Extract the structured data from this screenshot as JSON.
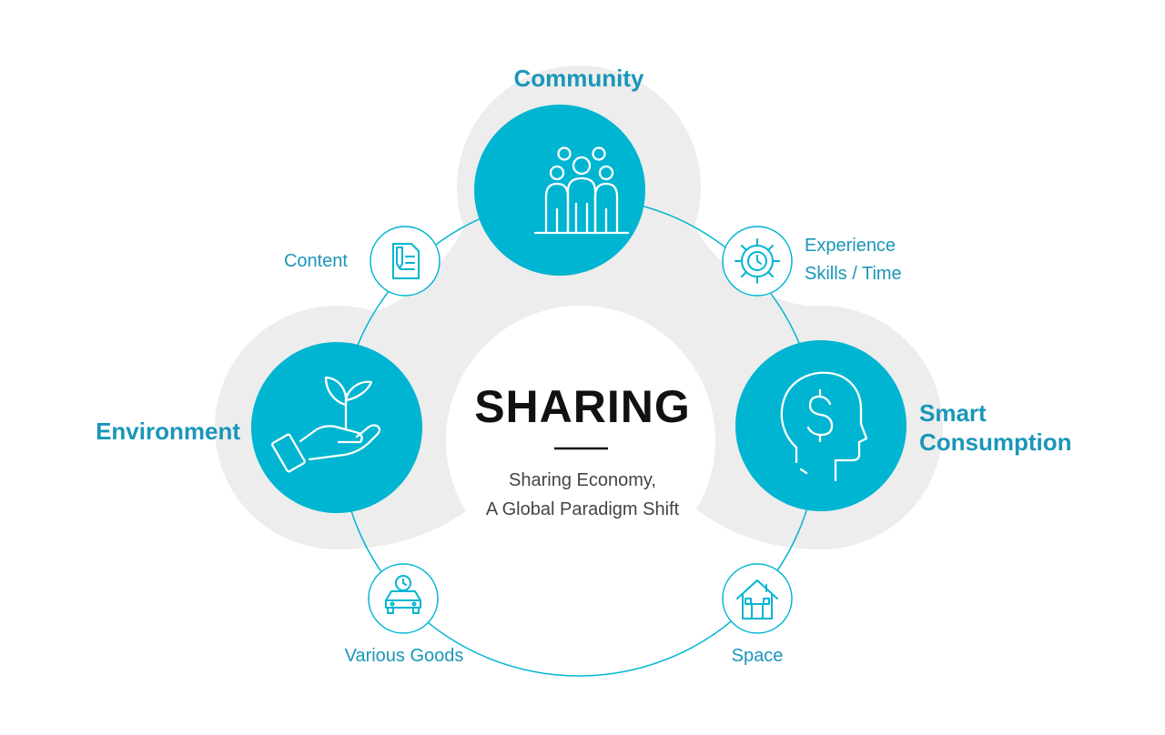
{
  "colors": {
    "accent": "#00b5d1",
    "label_text": "#1a96b8",
    "background_blob": "#ededed",
    "title_text": "#111111",
    "subtitle_text": "#444444"
  },
  "center": {
    "title": "SHARING",
    "subtitle_line1": "Sharing Economy,",
    "subtitle_line2": "A Global Paradigm Shift"
  },
  "main_nodes": {
    "community": {
      "label": "Community",
      "icon": "people-group-icon"
    },
    "environment": {
      "label": "Environment",
      "icon": "hand-sprout-icon"
    },
    "smart_consumption": {
      "label_line1": "Smart",
      "label_line2": "Consumption",
      "icon": "head-dollar-icon"
    }
  },
  "sub_nodes": {
    "content": {
      "label": "Content",
      "icon": "document-pen-icon"
    },
    "experience": {
      "label_line1": "Experience",
      "label_line2": "Skills / Time",
      "icon": "gear-clock-icon"
    },
    "various_goods": {
      "label": "Various Goods",
      "icon": "car-clock-icon"
    },
    "space": {
      "label": "Space",
      "icon": "house-icon"
    }
  }
}
